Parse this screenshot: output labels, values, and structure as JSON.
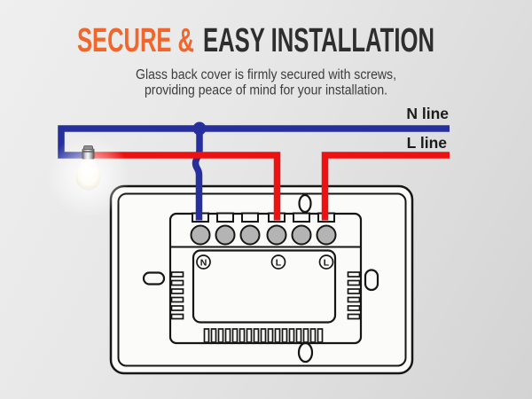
{
  "header": {
    "title_accent": "SECURE &",
    "title_rest": "EASY INSTALLATION",
    "subtitle_line1": "Glass back cover is firmly secured with screws,",
    "subtitle_line2": "providing peace of mind for your installation."
  },
  "wiring": {
    "n_line_label": "N line",
    "l_line_label": "L line"
  },
  "switch": {
    "terminal_screw_count": 6,
    "terminal_labels": [
      "N",
      "L",
      "L"
    ]
  },
  "colors": {
    "accent_orange": "#f0662b",
    "title_dark": "#2e2e2e",
    "subtitle_gray": "#3c3c3c",
    "wire_blue": "#262f9c",
    "wire_red": "#ec1212",
    "outline_black": "#161616",
    "plate_white": "#fbfbf9",
    "screw_gray": "#b4b4b4",
    "label_dark": "#1b1b1b"
  }
}
